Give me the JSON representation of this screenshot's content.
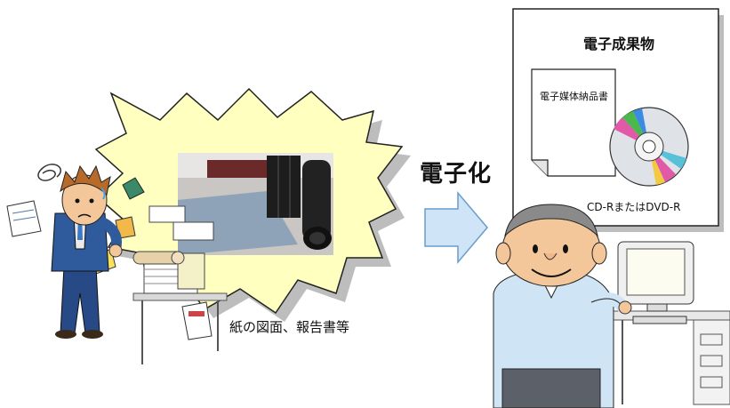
{
  "labels": {
    "arrow": "電子化",
    "paper_caption": "紙の図面、報告書等",
    "electronic_deliverables_title": "電子成果物",
    "delivery_document": "電子媒体納品書",
    "media": "CD-RまたはDVD-R"
  },
  "colors": {
    "burst_fill": "#ffffc0",
    "arrow_fill": "#cfe4f7",
    "arrow_stroke": "#6a9cc9",
    "shadow": "#bdbdbd"
  }
}
